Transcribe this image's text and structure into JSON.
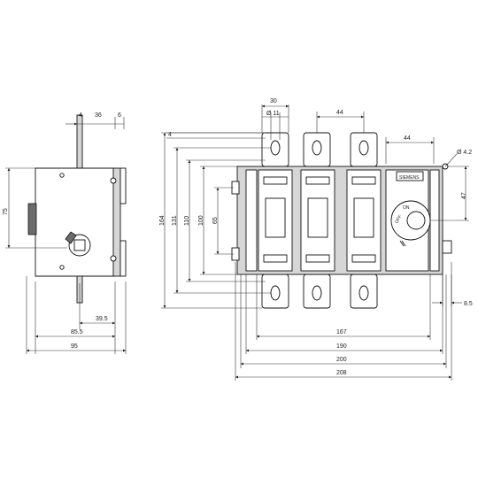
{
  "side_view": {
    "top_dims": [
      "4",
      "36",
      "6"
    ],
    "height_dim": "75",
    "bottom_dims": [
      "39.5",
      "85.5",
      "95"
    ]
  },
  "front_view": {
    "top_dims": [
      "30",
      "Ø 11",
      "44",
      "44"
    ],
    "hole_dim": "Ø 4.2",
    "right_dims": [
      "47",
      "8.5"
    ],
    "left_dims": [
      "164",
      "131",
      "110",
      "100",
      "65",
      "4"
    ],
    "bottom_dims": [
      "167",
      "190",
      "200",
      "208"
    ],
    "product_label": "SIEMENS",
    "handle_markings": [
      "ON",
      "OFF"
    ]
  }
}
